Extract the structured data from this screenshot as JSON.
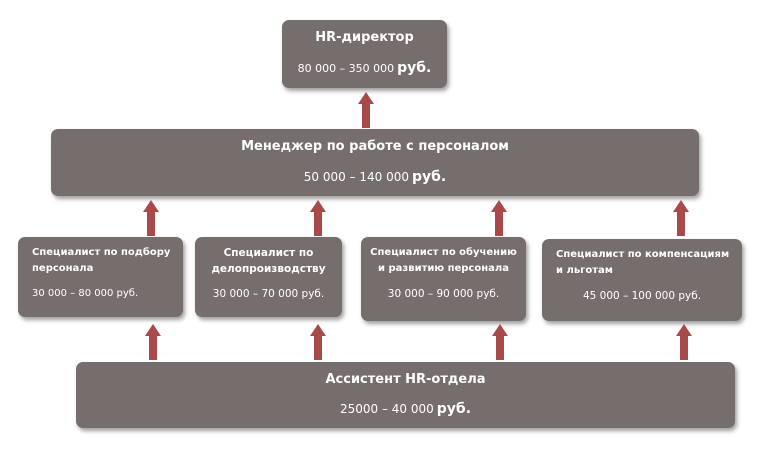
{
  "director": {
    "title": "HR-директор",
    "salary": "80 000 – 350 000",
    "currency": "руб."
  },
  "manager": {
    "title": "Менеджер по работе с персоналом",
    "salary": "50 000 – 140 000",
    "currency": "руб."
  },
  "specialists": [
    {
      "line1": "Специалист по подбору",
      "line2": "персонала",
      "salary": "30 000 – 80 000 руб."
    },
    {
      "line1": "Специалист по",
      "line2": "делопроизводству",
      "salary": "30 000 – 70 000 руб."
    },
    {
      "line1": "Специалист по обучению",
      "line2": "и развитию персонала",
      "salary": "30 000 – 90 000 руб."
    },
    {
      "line1": "Специалист по компенсациям",
      "line2": "и льготам",
      "salary": "45 000 – 100 000 руб."
    }
  ],
  "assistant": {
    "title": "Ассистент HR-отдела",
    "salary": "25000 – 40 000",
    "currency": "руб."
  }
}
